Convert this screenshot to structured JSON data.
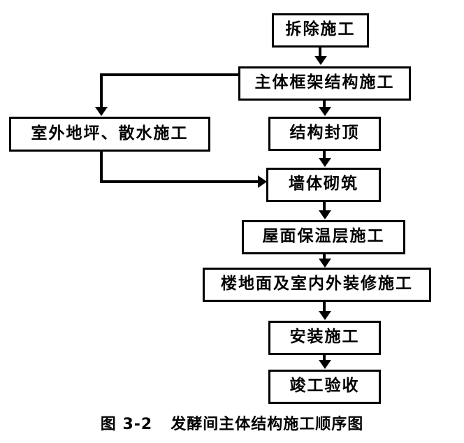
{
  "figure": {
    "caption_label": "图 3-2",
    "caption_title": "发酵间主体结构施工顺序图"
  },
  "diagram": {
    "type": "flowchart",
    "orientation": "top-to-bottom",
    "nodes": [
      {
        "id": "demolition",
        "label": "拆除施工"
      },
      {
        "id": "frame",
        "label": "主体框架结构施工"
      },
      {
        "id": "outdoor",
        "label": "室外地坪、散水施工"
      },
      {
        "id": "topping",
        "label": "结构封顶"
      },
      {
        "id": "masonry",
        "label": "墙体砌筑"
      },
      {
        "id": "roof",
        "label": "屋面保温层施工"
      },
      {
        "id": "finishing",
        "label": "楼地面及室内外装修施工"
      },
      {
        "id": "install",
        "label": "安装施工"
      },
      {
        "id": "acceptance",
        "label": "竣工验收"
      }
    ],
    "edges": [
      {
        "from": "demolition",
        "to": "frame",
        "arrow": "down"
      },
      {
        "from": "frame",
        "to": "topping",
        "arrow": "down"
      },
      {
        "from": "frame",
        "to": "outdoor",
        "arrow": "down"
      },
      {
        "from": "topping",
        "to": "masonry",
        "arrow": "down"
      },
      {
        "from": "outdoor",
        "to": "masonry",
        "arrow": "right"
      },
      {
        "from": "masonry",
        "to": "roof",
        "arrow": "down"
      },
      {
        "from": "roof",
        "to": "finishing",
        "arrow": "down"
      },
      {
        "from": "finishing",
        "to": "install",
        "arrow": "down"
      },
      {
        "from": "install",
        "to": "acceptance",
        "arrow": "down"
      }
    ]
  },
  "style": {
    "background": "#ffffff",
    "stroke": "#000000",
    "text": "#000000"
  }
}
